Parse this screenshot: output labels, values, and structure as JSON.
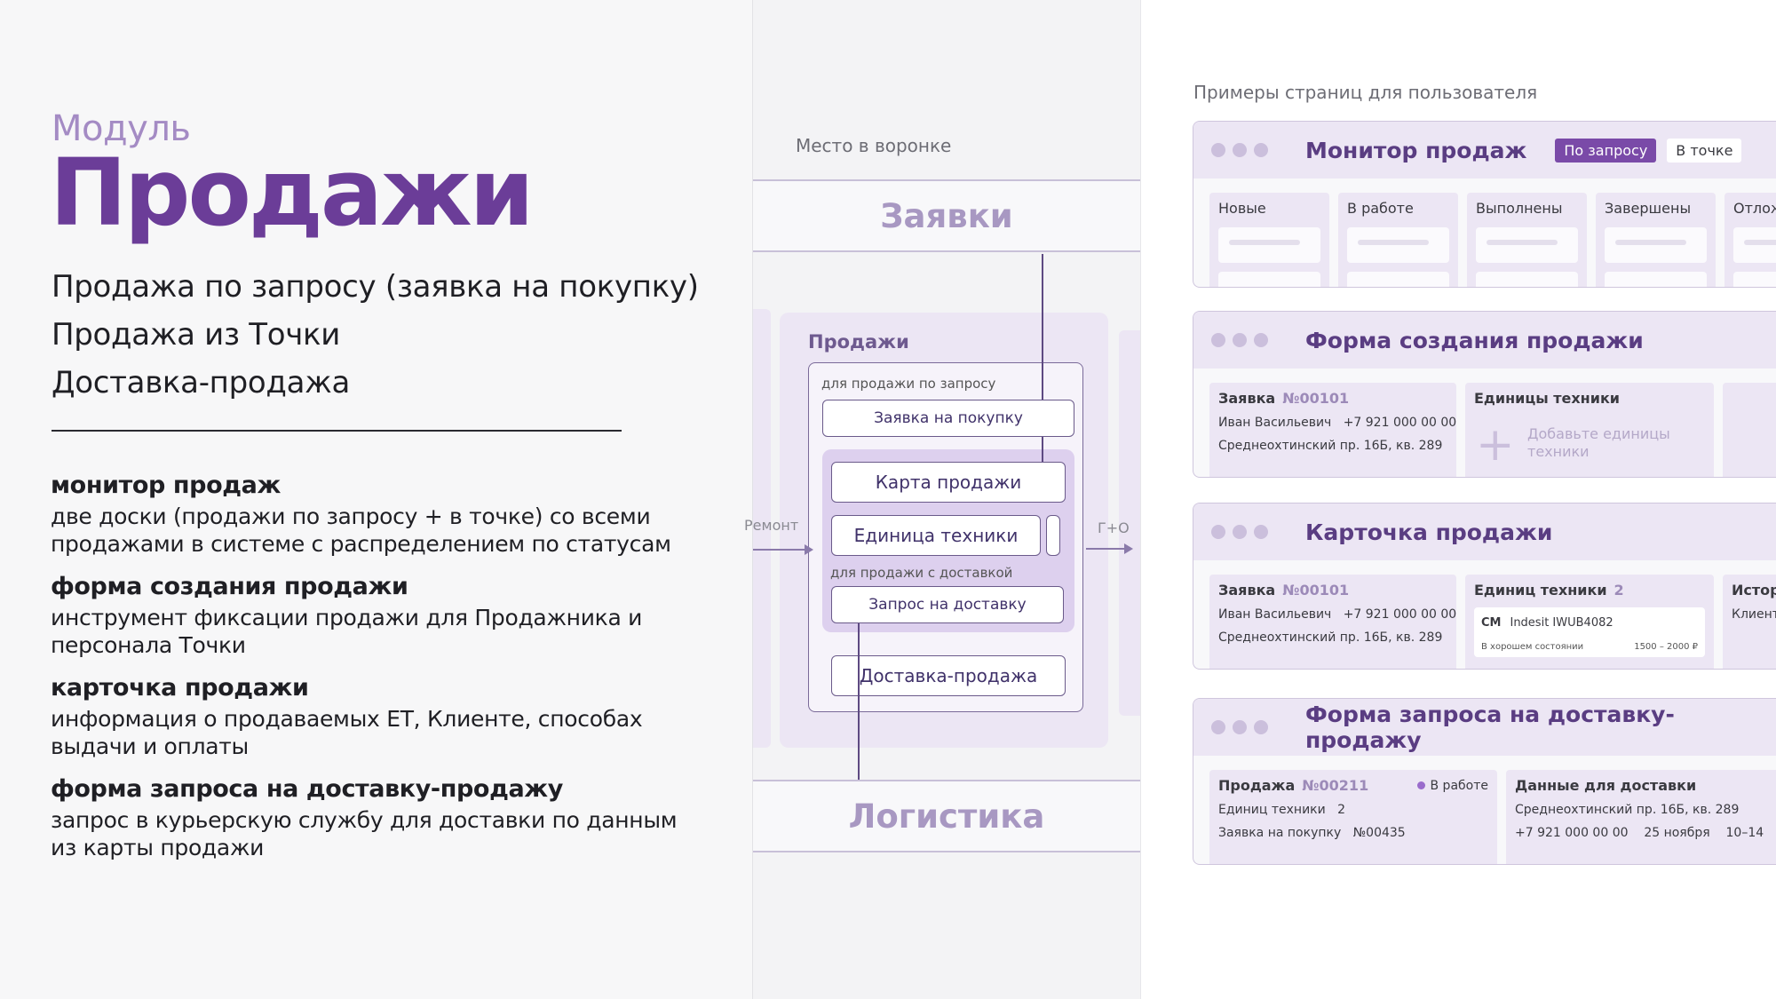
{
  "left": {
    "module_label": "Модуль",
    "module_title": "Продажи",
    "subtitles": [
      "Продажа по запросу (заявка на покупку)",
      "Продажа из Точки",
      "Доставка-продажа"
    ],
    "descriptions": [
      {
        "title": "монитор продаж",
        "text": "две доски (продажи по запросу + в точке) со всеми продажами в системе с распределением по статусам"
      },
      {
        "title": "форма создания продажи",
        "text": "инструмент фиксации продажи для Продажника и персонала Точки"
      },
      {
        "title": "карточка продажи",
        "text": "информация о продаваемых ЕТ, Клиенте, способах выдачи и оплаты"
      },
      {
        "title": "форма запроса на доставку-продажу",
        "text": "запрос в курьерскую службу для доставки по данным из карты продажи"
      }
    ]
  },
  "funnel": {
    "caption": "Место в воронке",
    "stage_top": "Заявки",
    "stage_bottom": "Логистика",
    "zone_title": "Продажи",
    "note_request": "для продажи по запросу",
    "note_delivery": "для продажи с доставкой",
    "box_zayavka": "Заявка на покупку",
    "box_karta": "Карта продажи",
    "box_edinica": "Единица техники",
    "box_zapros": "Запрос на доставку",
    "box_dostavka": "Доставка-продажа",
    "label_left": "Ремонт",
    "label_right": "Г+О"
  },
  "examples": {
    "caption": "Примеры страниц для пользователя",
    "monitor": {
      "title": "Монитор продаж",
      "chip_active": "По запросу",
      "chip_inactive": "В точке",
      "columns": [
        "Новые",
        "В работе",
        "Выполнены",
        "Завершены",
        "Отлож"
      ]
    },
    "create_form": {
      "title": "Форма создания продажи",
      "order_label": "Заявка",
      "order_num": "№00101",
      "client": "Иван Васильевич",
      "phone": "+7 921 000 00 00",
      "address": "Среднеохтинский пр. 16Б, кв. 289",
      "units_label": "Единицы техники",
      "add_units": "Добавьте единицы техники"
    },
    "sale_card": {
      "title": "Карточка продажи",
      "order_label": "Заявка",
      "order_num": "№00101",
      "client": "Иван Васильевич",
      "phone": "+7 921 000 00 00",
      "address": "Среднеохтинский пр. 16Б, кв. 289",
      "units_label": "Единиц техники",
      "units_count": "2",
      "unit_brand": "CM",
      "unit_model": "Indesit IWUB4082",
      "unit_state": "В хорошем состоянии",
      "unit_price": "1500 – 2000 ₽",
      "history_label": "Истор",
      "client_label": "Клиент"
    },
    "delivery_form": {
      "title": "Форма запроса на доставку-продажу",
      "sale_label": "Продажа",
      "sale_num": "№00211",
      "status": "В работе",
      "units_line_label": "Единиц техники",
      "units_line_value": "2",
      "request_label": "Заявка на покупку",
      "request_num": "№00435",
      "delivery_label": "Данные для доставки",
      "address": "Среднеохтинский пр. 16Б, кв. 289",
      "phone": "+7 921 000 00 00",
      "date": "25 ноября",
      "time": "10–14"
    }
  }
}
